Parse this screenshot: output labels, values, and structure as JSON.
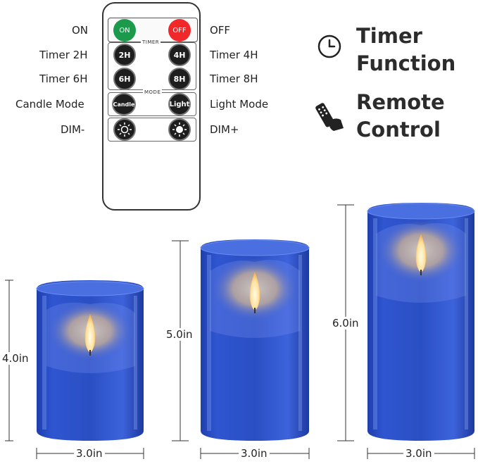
{
  "remote": {
    "on_label": "ON",
    "off_label": "OFF",
    "btn_on": "ON",
    "btn_off": "OFF",
    "timer_section": "TIMER",
    "mode_section": "MODE",
    "btn_2h": "2H",
    "btn_4h": "4H",
    "btn_6h": "6H",
    "btn_8h": "8H",
    "btn_candle": "Candle",
    "btn_light": "Light",
    "timer_2h_label": "Timer 2H",
    "timer_4h_label": "Timer 4H",
    "timer_6h_label": "Timer 6H",
    "timer_8h_label": "Timer 8H",
    "candle_mode_label": "Candle Mode",
    "light_mode_label": "Light Mode",
    "dim_minus_label": "DIM-",
    "dim_plus_label": "DIM+"
  },
  "features": {
    "timer_line1": "Timer",
    "timer_line2": "Function",
    "remote_line1": "Remote",
    "remote_line2": "Control",
    "timer_icon": "clock-icon",
    "remote_icon": "remote-hand-icon"
  },
  "candles": [
    {
      "height_label": "4.0in",
      "width_label": "3.0in"
    },
    {
      "height_label": "5.0in",
      "width_label": "3.0in"
    },
    {
      "height_label": "6.0in",
      "width_label": "3.0in"
    }
  ],
  "colors": {
    "glass_blue": "#2547b8",
    "flame": "#ffd27a",
    "on_green": "#1a9a4a",
    "off_red": "#f0282a"
  }
}
